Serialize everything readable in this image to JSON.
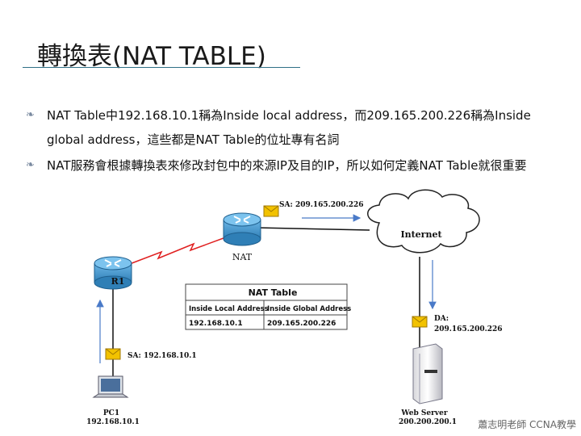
{
  "slide": {
    "title": "轉換表(NAT TABLE)",
    "bullets": [
      "NAT Table中192.168.10.1稱為Inside local address，而209.165.200.226稱為Inside global address，這些都是NAT Table的位址專有名詞",
      "NAT服務會根據轉換表來修改封包中的來源IP及目的IP，所以如何定義NAT Table就很重要"
    ],
    "footer": "蕭志明老師 CCNA教學"
  },
  "diagram": {
    "router_nat_label": "NAT",
    "router_r1_label": "R1",
    "cloud_label": "Internet",
    "sa_top": "SA: 209.165.200.226",
    "sa_pc": "SA: 192.168.10.1",
    "da_label": "DA:",
    "da_value": "209.165.200.226",
    "pc_label": "PC1",
    "pc_ip": "192.168.10.1",
    "server_label": "Web Server",
    "server_ip": "200.200.200.1",
    "nat_table": {
      "title": "NAT Table",
      "headers": [
        "Inside Local Address",
        "Inside Global Address"
      ],
      "row": [
        "192.168.10.1",
        "209.165.200.226"
      ]
    }
  },
  "colors": {
    "title_rule": "#2f6f86",
    "router_blue": "#3a8fc4",
    "serial_link": "#e02020",
    "arrow_blue": "#4a7ac8",
    "envelope": "#f2c200"
  }
}
